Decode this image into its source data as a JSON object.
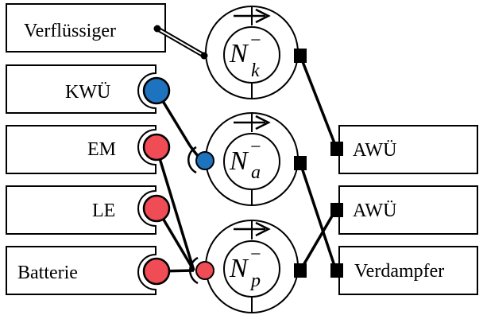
{
  "left_boxes": {
    "verfluessiger": "Verflüssiger",
    "kwue": "KWÜ",
    "em": "EM",
    "le": "LE",
    "batterie": "Batterie"
  },
  "right_boxes": {
    "awue_1": "AWÜ",
    "awue_2": "AWÜ",
    "verdampfer": "Verdampfer"
  },
  "nodes": {
    "k": {
      "symbol": "N",
      "subscript": "k",
      "superscript": "−"
    },
    "a": {
      "symbol": "N",
      "subscript": "a",
      "superscript": "−"
    },
    "p": {
      "symbol": "N",
      "subscript": "p",
      "superscript": "−"
    }
  },
  "colors": {
    "blue_port": "#1E73BE",
    "red_port": "#EF4C55",
    "line": "#000000",
    "background": "#ffffff"
  }
}
